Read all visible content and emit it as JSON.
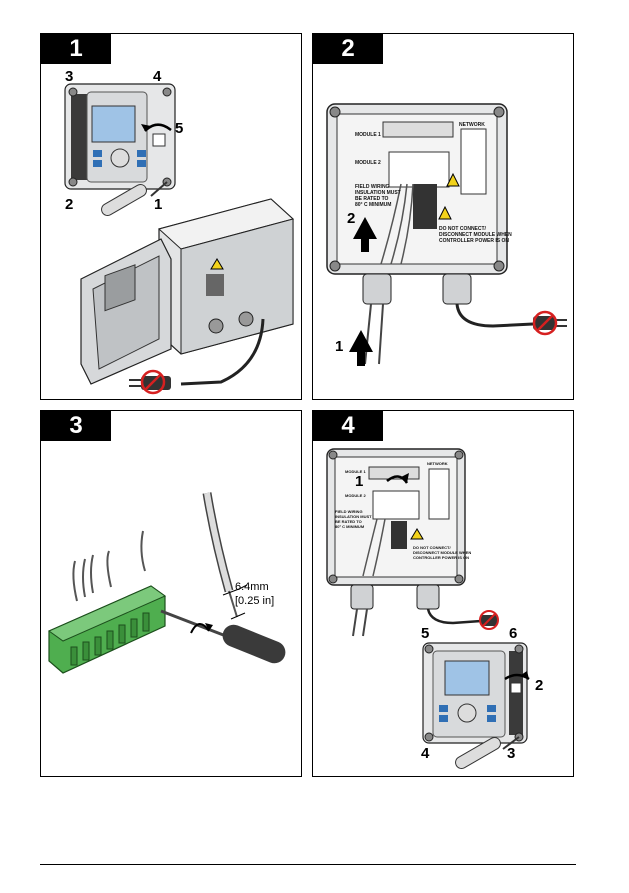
{
  "steps": [
    {
      "number": "1",
      "callouts": [
        "3",
        "4",
        "5",
        "2",
        "1"
      ]
    },
    {
      "number": "2",
      "callouts": [
        "2",
        "1"
      ],
      "texts": {
        "module1": "MODULE 1",
        "module2": "MODULE 2",
        "network": "NETWORK",
        "field_wiring": "FIELD WIRING\nINSULATION MUST\nBE RATED TO\n80° C MINIMUM",
        "disconnect": "DO NOT CONNECT/\nDISCONNECT MODULE WHEN\nCONTROLLER POWER IS ON"
      }
    },
    {
      "number": "3",
      "measurement_mm": "6.4mm",
      "measurement_in": "[0.25 in]"
    },
    {
      "number": "4",
      "callouts": [
        "1",
        "5",
        "6",
        "2",
        "4",
        "3"
      ],
      "texts": {
        "module1": "MODULE 1",
        "module2": "MODULE 2",
        "network": "NETWORK",
        "field_wiring": "FIELD WIRING\nINSULATION MUST\nBE RATED TO\n80° C MINIMUM",
        "disconnect": "DO NOT CONNECT/\nDISCONNECT MODULE WHEN\nCONTROLLER POWER IS ON"
      }
    }
  ],
  "colors": {
    "controller_blue": "#9fc3e6",
    "panel_grey": "#cfd2d4",
    "warning_yellow": "#f2d21a",
    "no_power_red": "#d62020"
  }
}
